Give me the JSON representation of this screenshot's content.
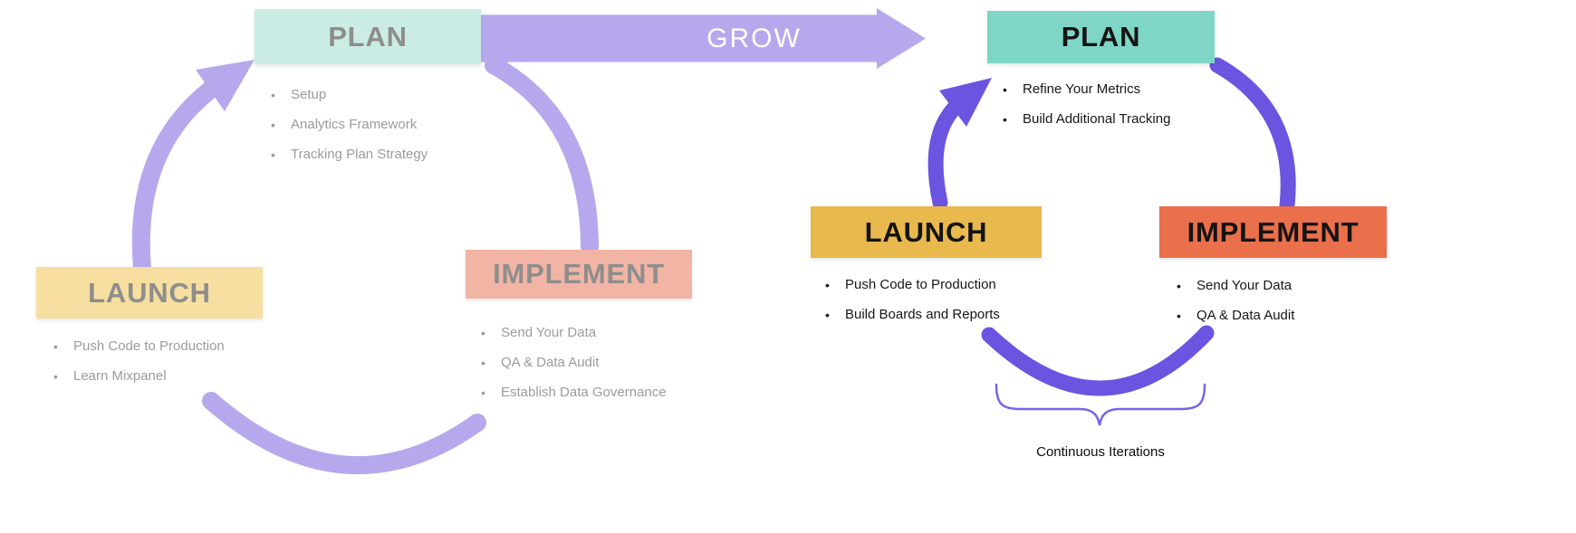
{
  "colors": {
    "background": "#ffffff",
    "left_arrow": "#b7a8ed",
    "right_arrow": "#6a54e0",
    "brace": "#7566e8",
    "grow_text": "#ffffff",
    "left_title": "#8e8e8c",
    "right_title": "#141414",
    "left_bullet": "#9b9b9b",
    "right_bullet": "#161616"
  },
  "grow_arrow": {
    "label": "GROW"
  },
  "left_cycle": {
    "plan": {
      "label": "PLAN",
      "color": "#cbece5",
      "items": [
        "Setup",
        "Analytics Framework",
        "Tracking Plan Strategy"
      ]
    },
    "implement": {
      "label": "IMPLEMENT",
      "color": "#f2b4a5",
      "items": [
        "Send Your Data",
        "QA & Data Audit",
        "Establish Data Governance"
      ]
    },
    "launch": {
      "label": "LAUNCH",
      "color": "#f6dfa1",
      "items": [
        "Push Code to Production",
        "Learn Mixpanel"
      ]
    }
  },
  "right_cycle": {
    "plan": {
      "label": "PLAN",
      "color": "#7fd6c6",
      "items": [
        "Refine Your Metrics",
        "Build Additional Tracking"
      ]
    },
    "launch": {
      "label": "LAUNCH",
      "color": "#e9b94e",
      "items": [
        "Push Code to Production",
        "Build Boards and Reports"
      ]
    },
    "implement": {
      "label": "IMPLEMENT",
      "color": "#ea6f4b",
      "items": [
        "Send Your Data",
        "QA & Data Audit"
      ]
    },
    "caption": "Continuous Iterations"
  }
}
